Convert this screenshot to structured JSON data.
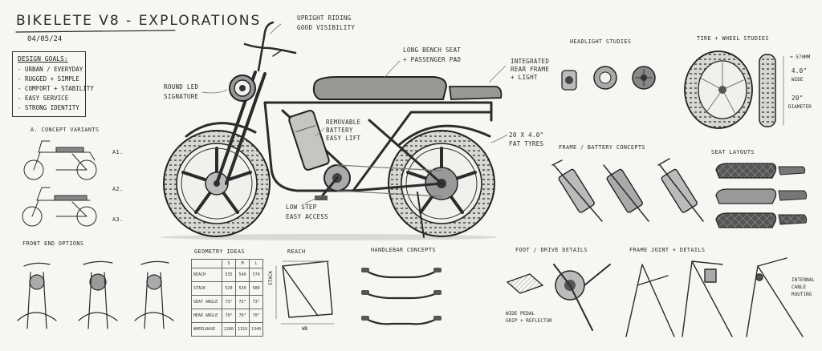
{
  "header": {
    "title": "BIKELETE V8 - EXPLORATIONS",
    "date": "04/05/24"
  },
  "design_goals": {
    "title": "DESIGN GOALS:",
    "items": [
      "- URBAN / EVERYDAY",
      "- RUGGED + SIMPLE",
      "- COMFORT + STABILITY",
      "- EASY SERVICE",
      "- STRONG IDENTITY"
    ]
  },
  "callouts": {
    "upright": [
      "UPRIGHT RIDING",
      "GOOD VISIBILITY"
    ],
    "bench": [
      "LONG BENCH SEAT",
      "+ PASSENGER PAD"
    ],
    "rear_frame": [
      "INTEGRATED",
      "REAR FRAME",
      "+ LIGHT"
    ],
    "led": [
      "ROUND LED",
      "SIGNATURE"
    ],
    "battery": [
      "REMOVABLE",
      "BATTERY",
      "EASY LIFT"
    ],
    "tyres": [
      "20 X 4.0\"",
      "FAT TYRES"
    ],
    "low_step": [
      "LOW STEP",
      "EASY ACCESS"
    ]
  },
  "sections": {
    "concept_variants": "A. CONCEPT VARIANTS",
    "variant_labels": [
      "A1.",
      "A2.",
      "A3."
    ],
    "headlight": "HEADLIGHT STUDIES",
    "tire": "TIRE + WHEEL STUDIES",
    "tire_notes": {
      "width_top": "≈ 570mm",
      "width_value": "4.0\"",
      "width_label": "WIDE",
      "dia_value": "20\"",
      "dia_label": "DIAMETER"
    },
    "frame_battery": "FRAME / BATTERY CONCEPTS",
    "seat": "SEAT LAYOUTS",
    "front_end": "FRONT END OPTIONS",
    "geometry": "GEOMETRY IDEAS",
    "reach": "REACH",
    "reach_labels": {
      "stack": "STACK",
      "wb": "WB"
    },
    "handlebar": "HANDLEBAR CONCEPTS",
    "foot": "FOOT / DRIVE DETAILS",
    "foot_note": [
      "WIDE PEDAL",
      "GRIP + REFLECTOR"
    ],
    "frame_joint": "FRAME JOINT + DETAILS",
    "cable_note": [
      "INTERNAL",
      "CABLE",
      "ROUTING"
    ]
  },
  "geometry_table": {
    "headers": [
      "",
      "S",
      "M",
      "L"
    ],
    "rows": [
      [
        "REACH",
        "535",
        "540",
        "570"
      ],
      [
        "STACK",
        "520",
        "530",
        "580"
      ],
      [
        "SEAT ANGLE",
        "73°",
        "73°",
        "73°"
      ],
      [
        "HEAD ANGLE",
        "70°",
        "70°",
        "70°"
      ],
      [
        "WHEELBASE",
        "1280",
        "1310",
        "1340"
      ]
    ]
  },
  "colors": {
    "paper": "#f7f6f2",
    "ink": "#2b2b2b",
    "shade": "#888888"
  }
}
